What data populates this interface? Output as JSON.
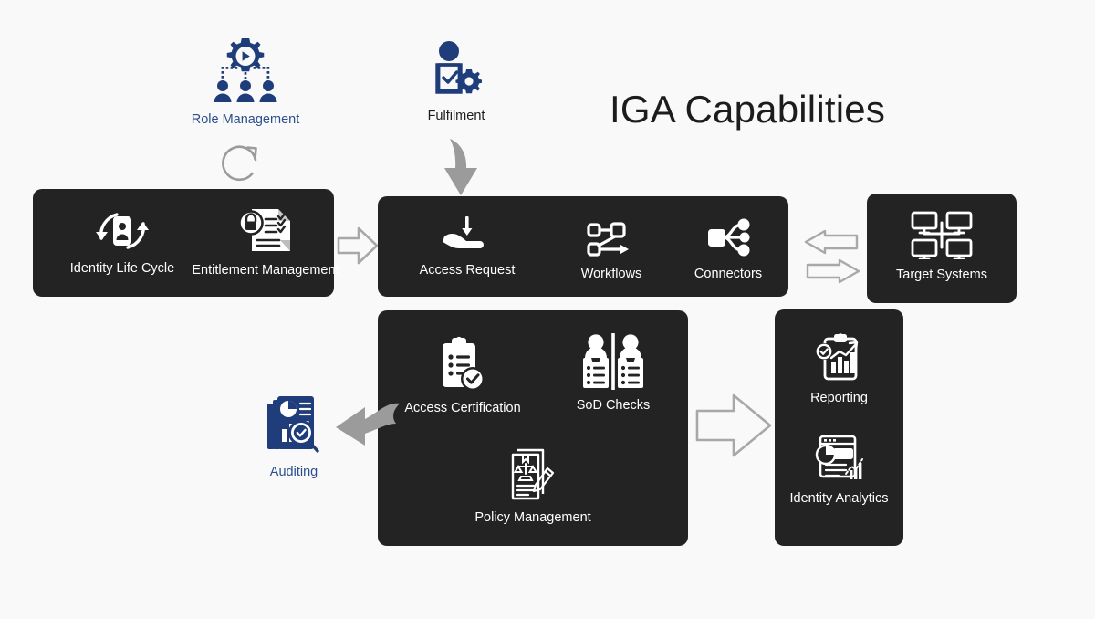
{
  "page": {
    "title": "IGA Capabilities",
    "background_color": "#f9f9f9",
    "panel_color": "#232323",
    "accent_blue": "#1f3d7a",
    "label_blue": "#2b4e8c",
    "connector_gray": "#9b9b9b"
  },
  "top_capabilities": [
    {
      "label": "Role Management",
      "icon": "role-management-icon",
      "color": "#1f3d7a"
    },
    {
      "label": "Fulfilment",
      "icon": "fulfilment-icon",
      "color": "#1f3d7a"
    }
  ],
  "panels": [
    {
      "name": "identity-lifecycle-panel",
      "items": [
        {
          "label": "Identity Life Cycle",
          "icon": "identity-life-cycle-icon"
        },
        {
          "label": "Entitlement Management",
          "icon": "entitlement-management-icon"
        }
      ]
    },
    {
      "name": "access-request-panel",
      "items": [
        {
          "label": "Access Request",
          "icon": "access-request-icon"
        },
        {
          "label": "Workflows",
          "icon": "workflows-icon"
        },
        {
          "label": "Connectors",
          "icon": "connectors-icon"
        }
      ]
    },
    {
      "name": "target-systems-panel",
      "items": [
        {
          "label": "Target Systems",
          "icon": "target-systems-icon"
        }
      ]
    },
    {
      "name": "governance-panel",
      "items": [
        {
          "label": "Access Certification",
          "icon": "access-certification-icon"
        },
        {
          "label": "SoD Checks",
          "icon": "sod-checks-icon"
        },
        {
          "label": "Policy Management",
          "icon": "policy-management-icon"
        }
      ]
    },
    {
      "name": "analytics-panel",
      "items": [
        {
          "label": "Reporting",
          "icon": "reporting-icon"
        },
        {
          "label": "Identity Analytics",
          "icon": "identity-analytics-icon"
        }
      ]
    }
  ],
  "side_capabilities": [
    {
      "label": "Auditing",
      "icon": "auditing-icon",
      "color": "#1f3d7a"
    }
  ],
  "connectors": [
    {
      "name": "refresh-loop-arrow",
      "type": "circular-arrow",
      "color": "#9b9b9b"
    },
    {
      "name": "fulfilment-down-arrow",
      "type": "curved-down-arrow",
      "color": "#9b9b9b"
    },
    {
      "name": "lifecycle-to-access-arrow",
      "type": "outline-right-arrow",
      "color": "#9b9b9b"
    },
    {
      "name": "access-to-target-arrow",
      "type": "outline-double-arrow",
      "color": "#9b9b9b"
    },
    {
      "name": "governance-to-auditing-arrow",
      "type": "curved-left-arrow",
      "color": "#9b9b9b"
    },
    {
      "name": "governance-to-analytics-arrow",
      "type": "outline-right-arrow",
      "color": "#9b9b9b"
    }
  ]
}
